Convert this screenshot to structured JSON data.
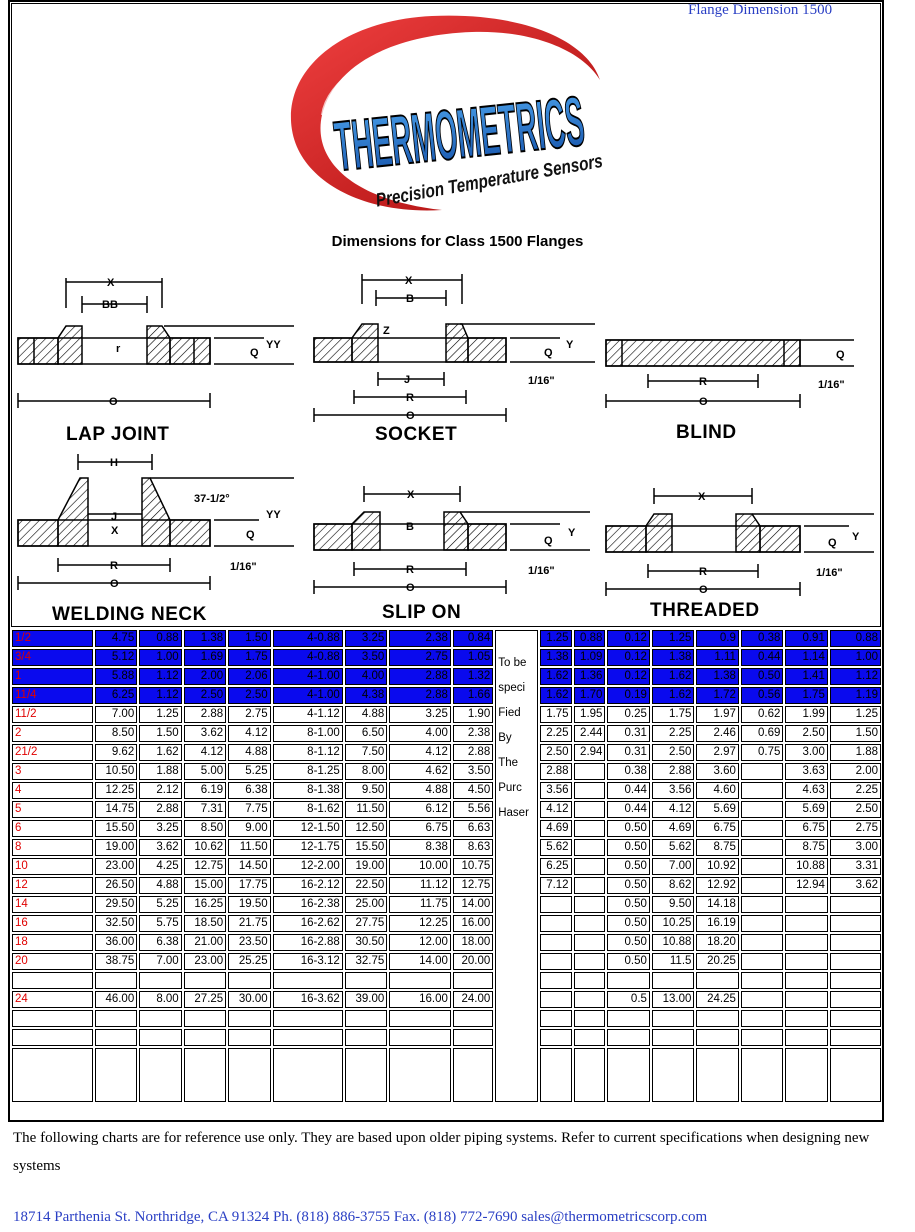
{
  "header": {
    "corner_title": "Flange Dimension 1500"
  },
  "logo": {
    "brand": "THERMOMETRICS",
    "tagline": "Precision Temperature Sensors",
    "colors": {
      "blue": "#1e6fc8",
      "red": "#d81e1e"
    }
  },
  "heading": "Dimensions for Class 1500 Flanges",
  "figures": {
    "lap_joint": {
      "label": "LAP JOINT",
      "dims": [
        "X",
        "BB",
        "r",
        "YY",
        "Q",
        "O"
      ]
    },
    "socket": {
      "label": "SOCKET",
      "dims": [
        "X",
        "B",
        "Z",
        "Y",
        "Q",
        "J",
        "R",
        "1/16\"",
        "O"
      ]
    },
    "blind": {
      "label": "BLIND",
      "dims": [
        "Q",
        "R",
        "1/16\"",
        "O"
      ]
    },
    "welding_neck": {
      "label": "WELDING NECK",
      "dims": [
        "H",
        "J",
        "X",
        "37-1/2°",
        "YY",
        "Q",
        "R",
        "1/16\"",
        "O"
      ]
    },
    "slip_on": {
      "label": "SLIP ON",
      "dims": [
        "X",
        "B",
        "Y",
        "Q",
        "R",
        "1/16\"",
        "O"
      ]
    },
    "threaded": {
      "label": "THREADED",
      "dims": [
        "X",
        "Y",
        "Q",
        "R",
        "1/16\"",
        "O"
      ]
    }
  },
  "table": {
    "note_words": [
      "To be",
      "speci",
      "Fied",
      "By",
      "The",
      "Purc",
      "Haser"
    ],
    "blue_rows": [
      [
        "1/2",
        "4.75",
        "0.88",
        "1.38",
        "1.50",
        "4-0.88",
        "3.25",
        "2.38",
        "0.84",
        "1.25",
        "0.88",
        "0.12",
        "1.25",
        "0.9",
        "0.38",
        "0.91",
        "0.88"
      ],
      [
        "3/4",
        "5.12",
        "1.00",
        "1.69",
        "1.75",
        "4-0.88",
        "3.50",
        "2.75",
        "1.05",
        "1.38",
        "1.09",
        "0.12",
        "1.38",
        "1.11",
        "0.44",
        "1.14",
        "1.00"
      ],
      [
        "1",
        "5.88",
        "1.12",
        "2.00",
        "2.06",
        "4-1.00",
        "4.00",
        "2.88",
        "1.32",
        "1.62",
        "1.36",
        "0.12",
        "1.62",
        "1.38",
        "0.50",
        "1.41",
        "1.12"
      ],
      [
        "11/4",
        "6.25",
        "1.12",
        "2.50",
        "2.50",
        "4-1.00",
        "4.38",
        "2.88",
        "1.66",
        "1.62",
        "1.70",
        "0.19",
        "1.62",
        "1.72",
        "0.56",
        "1.75",
        "1.19"
      ]
    ],
    "rows": [
      [
        "11/2",
        "7.00",
        "1.25",
        "2.88",
        "2.75",
        "4-1.12",
        "4.88",
        "3.25",
        "1.90",
        "1.75",
        "1.95",
        "0.25",
        "1.75",
        "1.97",
        "0.62",
        "1.99",
        "1.25"
      ],
      [
        "2",
        "8.50",
        "1.50",
        "3.62",
        "4.12",
        "8-1.00",
        "6.50",
        "4.00",
        "2.38",
        "2.25",
        "2.44",
        "0.31",
        "2.25",
        "2.46",
        "0.69",
        "2.50",
        "1.50"
      ],
      [
        "21/2",
        "9.62",
        "1.62",
        "4.12",
        "4.88",
        "8-1.12",
        "7.50",
        "4.12",
        "2.88",
        "2.50",
        "2.94",
        "0.31",
        "2.50",
        "2.97",
        "0.75",
        "3.00",
        "1.88"
      ],
      [
        "3",
        "10.50",
        "1.88",
        "5.00",
        "5.25",
        "8-1.25",
        "8.00",
        "4.62",
        "3.50",
        "2.88",
        "",
        "0.38",
        "2.88",
        "3.60",
        "",
        "3.63",
        "2.00"
      ],
      [
        "4",
        "12.25",
        "2.12",
        "6.19",
        "6.38",
        "8-1.38",
        "9.50",
        "4.88",
        "4.50",
        "3.56",
        "",
        "0.44",
        "3.56",
        "4.60",
        "",
        "4.63",
        "2.25"
      ],
      [
        "5",
        "14.75",
        "2.88",
        "7.31",
        "7.75",
        "8-1.62",
        "11.50",
        "6.12",
        "5.56",
        "4.12",
        "",
        "0.44",
        "4.12",
        "5.69",
        "",
        "5.69",
        "2.50"
      ],
      [
        "6",
        "15.50",
        "3.25",
        "8.50",
        "9.00",
        "12-1.50",
        "12.50",
        "6.75",
        "6.63",
        "4.69",
        "",
        "0.50",
        "4.69",
        "6.75",
        "",
        "6.75",
        "2.75"
      ],
      [
        "8",
        "19.00",
        "3.62",
        "10.62",
        "11.50",
        "12-1.75",
        "15.50",
        "8.38",
        "8.63",
        "5.62",
        "",
        "0.50",
        "5.62",
        "8.75",
        "",
        "8.75",
        "3.00"
      ],
      [
        "10",
        "23.00",
        "4.25",
        "12.75",
        "14.50",
        "12-2.00",
        "19.00",
        "10.00",
        "10.75",
        "6.25",
        "",
        "0.50",
        "7.00",
        "10.92",
        "",
        "10.88",
        "3.31"
      ],
      [
        "12",
        "26.50",
        "4.88",
        "15.00",
        "17.75",
        "16-2.12",
        "22.50",
        "11.12",
        "12.75",
        "7.12",
        "",
        "0.50",
        "8.62",
        "12.92",
        "",
        "12.94",
        "3.62"
      ],
      [
        "14",
        "29.50",
        "5.25",
        "16.25",
        "19.50",
        "16-2.38",
        "25.00",
        "11.75",
        "14.00",
        "",
        "",
        "0.50",
        "9.50",
        "14.18",
        "",
        "",
        ""
      ],
      [
        "16",
        "32.50",
        "5.75",
        "18.50",
        "21.75",
        "16-2.62",
        "27.75",
        "12.25",
        "16.00",
        "",
        "",
        "0.50",
        "10.25",
        "16.19",
        "",
        "",
        ""
      ],
      [
        "18",
        "36.00",
        "6.38",
        "21.00",
        "23.50",
        "16-2.88",
        "30.50",
        "12.00",
        "18.00",
        "",
        "",
        "0.50",
        "10.88",
        "18.20",
        "",
        "",
        ""
      ],
      [
        "20",
        "38.75",
        "7.00",
        "23.00",
        "25.25",
        "16-3.12",
        "32.75",
        "14.00",
        "20.00",
        "",
        "",
        "0.50",
        "11.5",
        "20.25",
        "",
        "",
        ""
      ],
      [
        "",
        "",
        "",
        "",
        "",
        "",
        "",
        "",
        "",
        "",
        "",
        "",
        "",
        "",
        "",
        "",
        ""
      ],
      [
        "24",
        "46.00",
        "8.00",
        "27.25",
        "30.00",
        "16-3.62",
        "39.00",
        "16.00",
        "24.00",
        "",
        "",
        "0.5",
        "13.00",
        "24.25",
        "",
        "",
        ""
      ],
      [
        "",
        "",
        "",
        "",
        "",
        "",
        "",
        "",
        "",
        "",
        "",
        "",
        "",
        "",
        "",
        "",
        ""
      ],
      [
        "",
        "",
        "",
        "",
        "",
        "",
        "",
        "",
        "",
        "",
        "",
        "",
        "",
        "",
        "",
        "",
        ""
      ],
      [
        "",
        "",
        "",
        "",
        "",
        "",
        "",
        "",
        "",
        "",
        "",
        "",
        "",
        "",
        "",
        "",
        ""
      ]
    ]
  },
  "footer": {
    "note": "The following charts are for reference use only. They are based upon older piping systems.  Refer to current specifications when designing new systems",
    "contact": "18714 Parthenia St. Northridge, CA 91324  Ph. (818) 886-3755  Fax. (818) 772-7690  sales@thermometricscorp.com"
  }
}
